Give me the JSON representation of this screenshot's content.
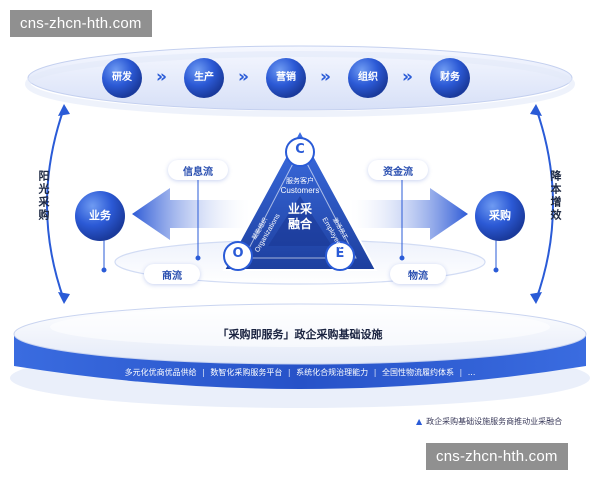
{
  "watermark": "cns-zhcn-hth.com",
  "chain": [
    "研发",
    "生产",
    "营销",
    "组织",
    "财务"
  ],
  "side": {
    "left": "阳光采购",
    "right": "降本增效"
  },
  "left_node": "业务",
  "right_node": "采购",
  "flows": {
    "top_left": "信息流",
    "top_right": "资金流",
    "bottom_left": "商流",
    "bottom_right": "物流"
  },
  "triangle": {
    "center": "业采融合",
    "center_line1": "业采",
    "center_line2": "融合",
    "top_letter": "C",
    "left_letter": "O",
    "right_letter": "E",
    "top_caption_cn": "服务客户",
    "top_caption_en": "Customers",
    "left_caption_cn": "赋能组织",
    "left_caption_en": "Organizations",
    "right_caption_cn": "激活员工",
    "right_caption_en": "Employees"
  },
  "platform": {
    "title": "「采购即服务」政企采购基础设施",
    "items": [
      "多元化优商优品供给",
      "数智化采购服务平台",
      "系统化合规治理能力",
      "全国性物流履约体系",
      "..."
    ]
  },
  "legend": "政企采购基础设施服务商推动业采融合",
  "colors": {
    "accent": "#2a5bd7",
    "dark": "#1d3f9e",
    "light": "#e8eefb"
  }
}
